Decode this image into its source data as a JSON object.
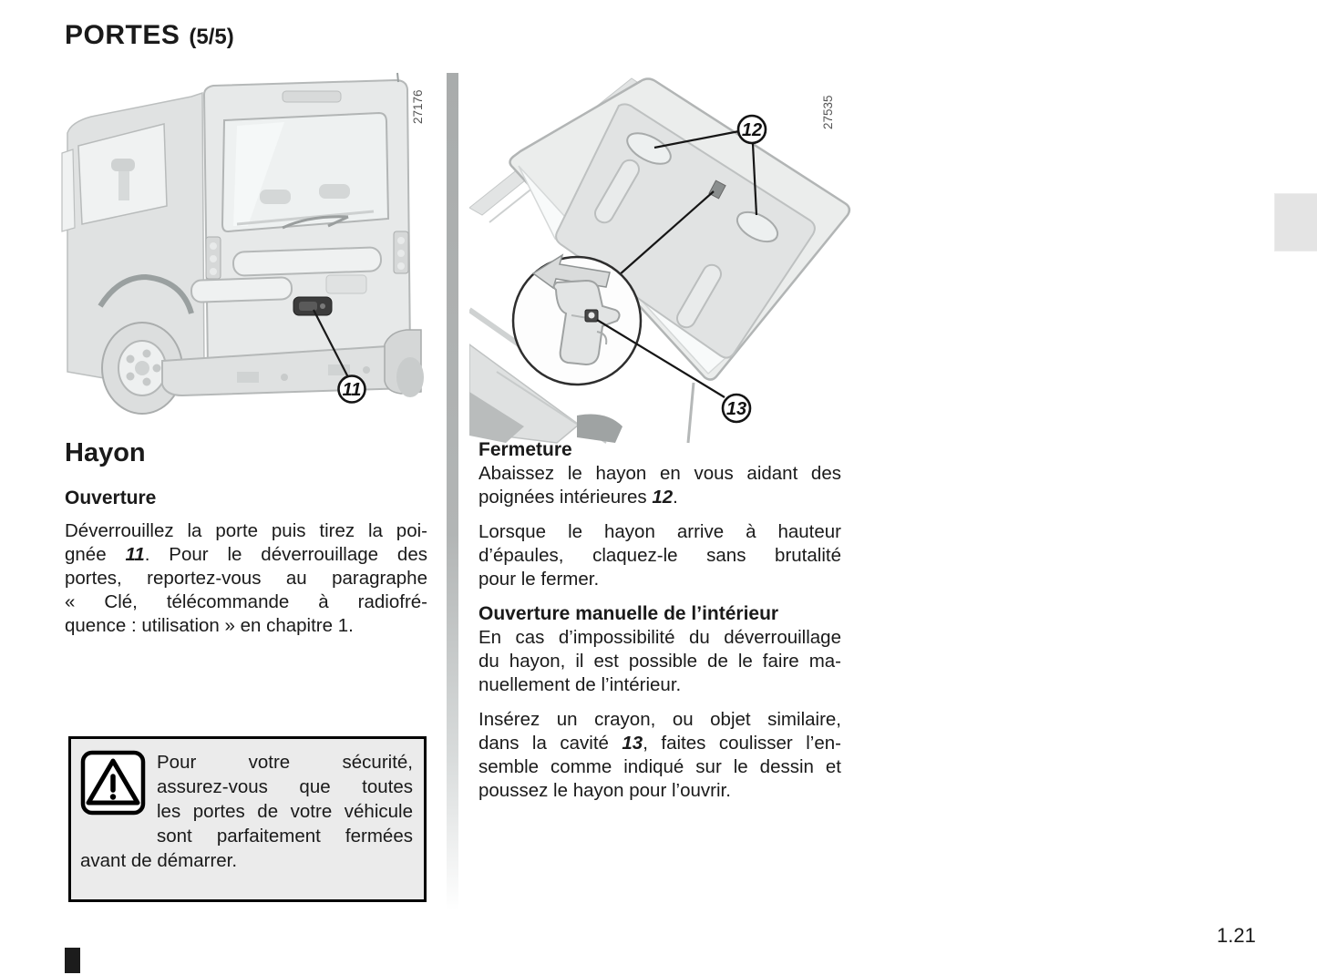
{
  "page": {
    "title_main": "PORTES",
    "title_sub": "(5/5)",
    "page_number": "1.21"
  },
  "figures": {
    "left": {
      "ref": "27176",
      "callout_11": "11"
    },
    "right": {
      "ref": "27535",
      "callout_12": "12",
      "callout_13": "13"
    }
  },
  "left_column": {
    "heading": "Hayon",
    "subheading": "Ouverture",
    "paragraph": [
      "Déverrouillez la porte puis tirez la poi-",
      {
        "pre": "gnée ",
        "num": "11",
        "post": ". Pour le déverrouillage des"
      },
      "portes, reportez-vous au paragraphe",
      "« Clé, télécommande à radiofré-",
      "quence : utilisation » en chapitre 1."
    ],
    "warning": {
      "icon": "warning-triangle",
      "lines": [
        "Pour votre sécurité,",
        "assurez-vous que toutes",
        "les portes de votre véhicule",
        "sont parfaitement fermées",
        "avant de démarrer."
      ]
    }
  },
  "right_column": {
    "heading_fermeture": "Fermeture",
    "p1": [
      "Abaissez le hayon en vous aidant des",
      {
        "pre": "poignées intérieures ",
        "num": "12",
        "post": "."
      }
    ],
    "p2": [
      "Lorsque le hayon arrive à hauteur",
      "d’épaules, claquez-le sans brutalité",
      "pour le fermer."
    ],
    "heading_ouverture_manuelle": "Ouverture manuelle de l’intérieur",
    "p3": [
      "En cas d’impossibilité du déverrouillage",
      "du hayon, il est possible de le faire ma-",
      "nuellement de l’intérieur."
    ],
    "p4": [
      "Insérez un crayon, ou objet similaire,",
      {
        "pre": "dans la cavité ",
        "num": "13",
        "post": ", faites coulisser l’en-"
      },
      "semble comme indiqué sur le dessin et",
      "poussez le hayon pour l’ouvrir."
    ]
  },
  "colors": {
    "divider_gray": "#aeb1b1",
    "warning_bg": "#ebebeb",
    "chapter_tab_gray": "#e4e4e4",
    "artwork_gray": "#e1e3e3",
    "handle_dark": "#3c3c3c"
  }
}
